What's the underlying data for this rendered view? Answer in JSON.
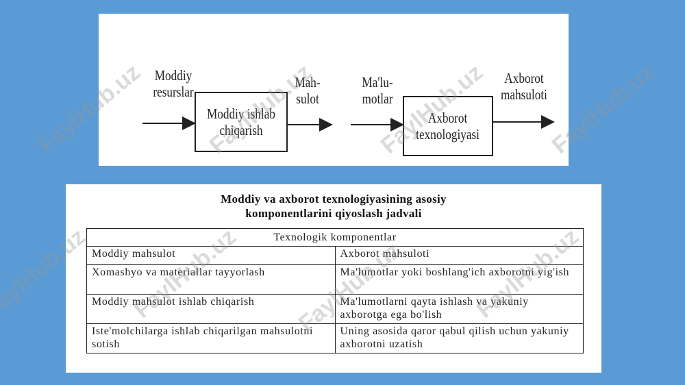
{
  "diagram": {
    "material": {
      "input_label": [
        "Moddiy",
        "resurslar"
      ],
      "process": [
        "Moddiy ishlab",
        "chiqarish"
      ],
      "output_label": [
        "Mah-",
        "sulot"
      ]
    },
    "information": {
      "input_label": [
        "Ma'lu-",
        "motlar"
      ],
      "process": [
        "Axborot",
        "texnologiyasi"
      ],
      "output_label": [
        "Axborot",
        "mahsuloti"
      ]
    }
  },
  "table": {
    "title_line1": "Moddiy va axborot texnologiyasining asosiy",
    "title_line2": "komponentlarini qiyoslash jadvali",
    "header": "Texnologik komponentlar",
    "columns": [
      "Moddiy mahsulot",
      "Axborot mahsuloti"
    ],
    "rows": [
      [
        "Xomashyo va materiallar tayyorlash",
        "Ma'lumotlar yoki boshlang'ich axborotni yig'ish"
      ],
      [
        "Moddiy mahsulot ishlab chiqarish",
        "Ma'lumotlarni qayta ishlash va yakuniy axborotga ega bo'lish"
      ],
      [
        "Iste'molchilarga ishlab chiqarilgan mahsulotni sotish",
        "Uning asosida qaror qabul qilish uchun yakuniy axborotni uzatish"
      ]
    ]
  },
  "watermark": "FaylHub.uz",
  "colors": {
    "background": "#5b9bd5",
    "panel": "#ffffff",
    "ink": "#222222"
  }
}
